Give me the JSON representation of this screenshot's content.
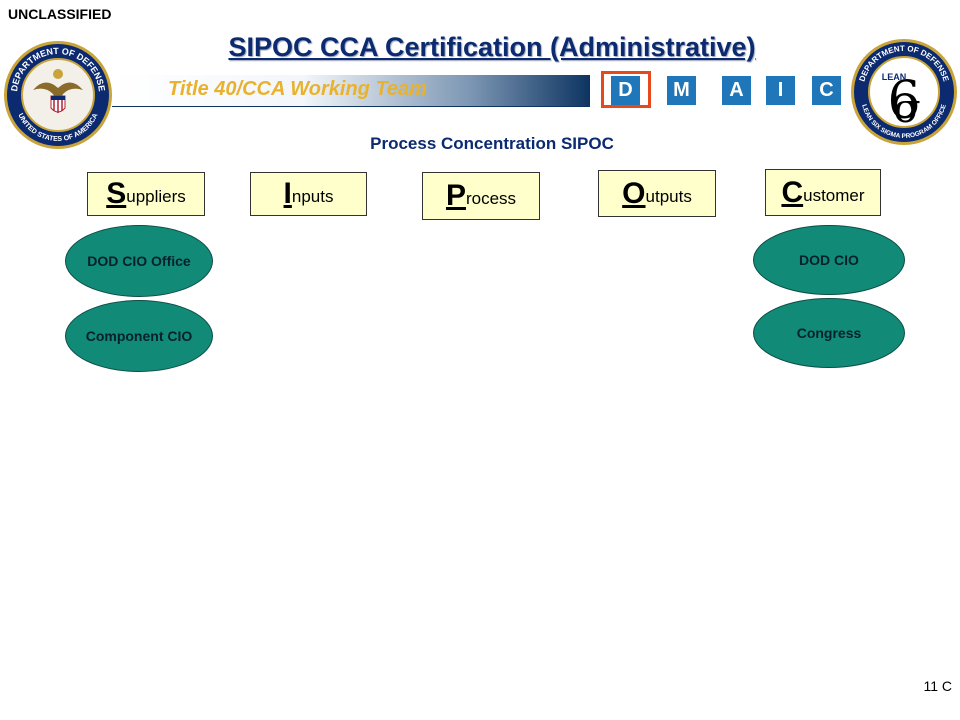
{
  "classification": "UNCLASSIFIED",
  "title": "SIPOC CCA Certification (Administrative)",
  "banner": "Title 40/CCA Working Team",
  "phases": [
    "D",
    "M",
    "A",
    "I",
    "C"
  ],
  "active_phase": "D",
  "subtitle": "Process Concentration SIPOC",
  "columns": [
    {
      "initial": "S",
      "rest": "uppliers"
    },
    {
      "initial": "I",
      "rest": "nputs"
    },
    {
      "initial": "P",
      "rest": "rocess"
    },
    {
      "initial": "O",
      "rest": "utputs"
    },
    {
      "initial": "C",
      "rest": "ustomer"
    }
  ],
  "suppliers": [
    "DOD CIO Office",
    "Component CIO"
  ],
  "customers": [
    "DOD CIO",
    "Congress"
  ],
  "seals": {
    "dod": {
      "top_text": "DEPARTMENT OF DEFENSE",
      "bottom_text": "UNITED STATES OF AMERICA"
    },
    "lss": {
      "top_text": "DEPARTMENT OF DEFENSE",
      "bottom_text": "LEAN SIX SIGMA PROGRAM OFFICE",
      "badge": "LEAN"
    }
  },
  "slide_number": "11 C",
  "colors": {
    "title": "#0b2a6f",
    "phase": "#1f76b8",
    "highlight": "#e64a1c",
    "oval": "#118a78",
    "header_fill": "#ffffcc",
    "banner_text": "#e8b22e"
  }
}
